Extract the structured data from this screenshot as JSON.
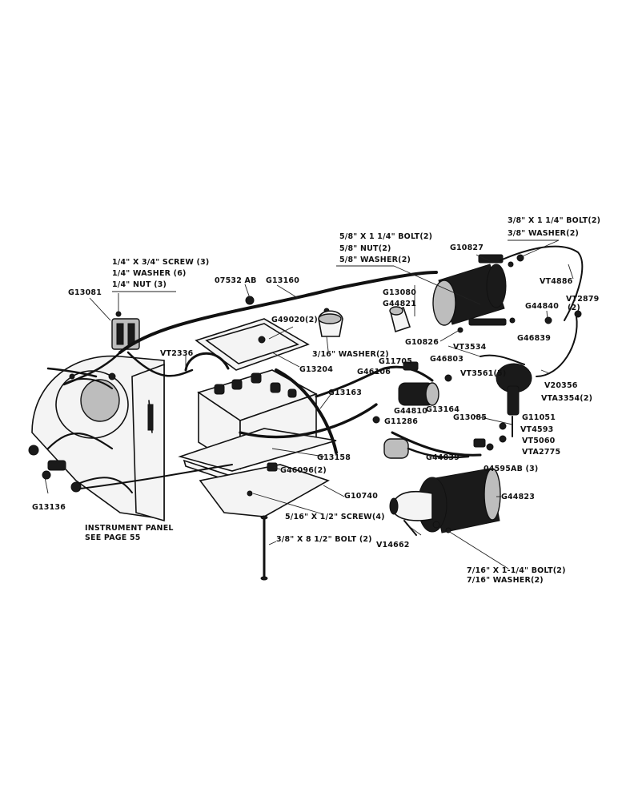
{
  "labels": {
    "g13081": "G13081",
    "screw_group_1": "1/4\" X 3/4\" SCREW (3)",
    "screw_group_2": "1/4\" WASHER (6)",
    "screw_group_3": "1/4\" NUT (3)",
    "l07532ab": "07532 AB",
    "g13160": "G13160",
    "bolt_group_1": "5/8\" X 1 1/4\" BOLT(2)",
    "bolt_group_2": "5/8\" NUT(2)",
    "bolt_group_3": "5/8\" WASHER(2)",
    "g10827": "G10827",
    "top_bolt_1": "3/8\" X 1 1/4\" BOLT(2)",
    "top_bolt_2": "3/8\" WASHER(2)",
    "vt4886": "VT4886",
    "g13080": "G13080",
    "g44821": "G44821",
    "g44840": "G44840",
    "vt2879": "VT2879",
    "vt2879_qty": "(2)",
    "g49020": "G49020(2)",
    "washer_small": "3/16\" WASHER(2)",
    "g13204": "G13204",
    "vt2336": "VT2336",
    "g10826": "G10826",
    "vt3534": "VT3534",
    "g46839": "G46839",
    "g11705": "G11705",
    "g46803": "G46803",
    "g46106": "G46106",
    "vt3561": "VT3561(5)",
    "v20356": "V20356",
    "vta3354": "VTA3354(2)",
    "g13163": "G13163",
    "g13164": "G13164",
    "g44810": "G44810",
    "g11286": "G11286",
    "g13085": "G13085",
    "g11051": "G11051",
    "vt4593": "VT4593",
    "vt5060": "VT5060",
    "vta2775": "VTA2775",
    "g13158": "G13158",
    "g44839": "G44839",
    "l04595ab": "04595AB (3)",
    "g46096": "G46096(2)",
    "g10740": "G10740",
    "g44823": "G44823",
    "screw4": "5/16\" X 1/2\" SCREW(4)",
    "bolt_long": "3/8\" X 8 1/2\" BOLT (2)",
    "v14662": "V14662",
    "bolt7_1": "7/16\" X 1-1/4\" BOLT(2)",
    "bolt7_2": "7/16\" WASHER(2)",
    "g13136": "G13136",
    "panel_1": "INSTRUMENT PANEL",
    "panel_2": "SEE PAGE 55"
  }
}
